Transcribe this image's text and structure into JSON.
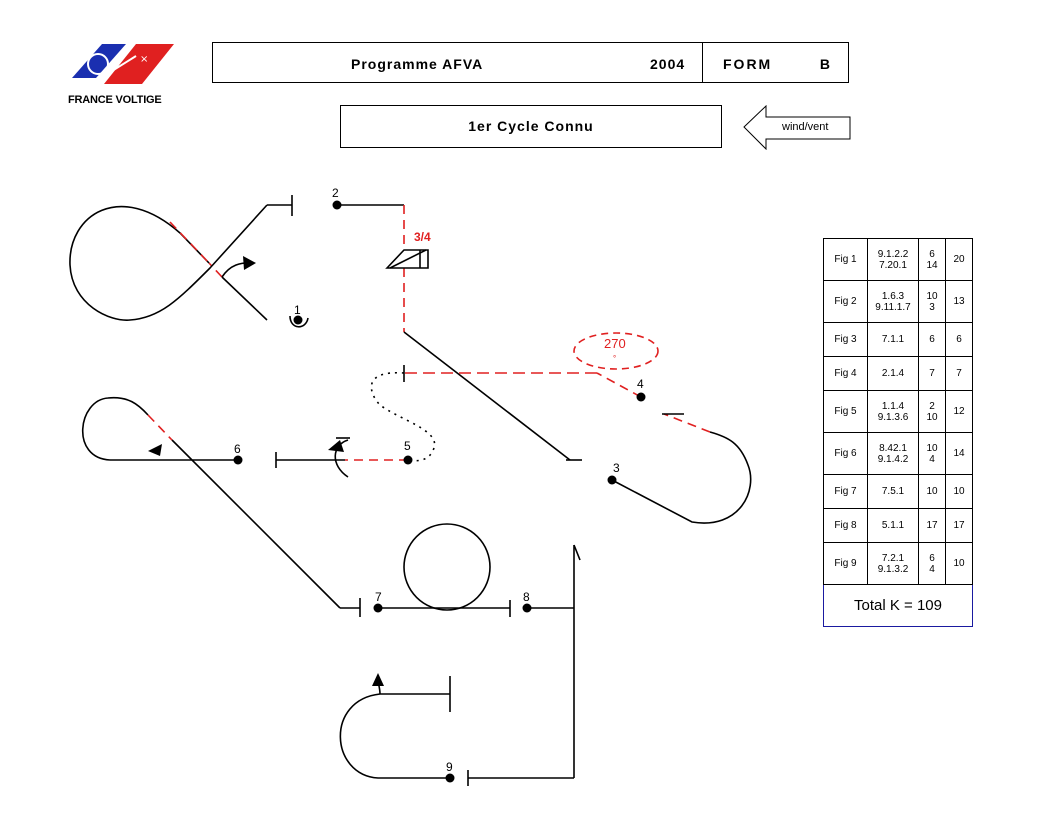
{
  "logo": {
    "text": "FRANCE VOLTIGE",
    "colors": {
      "blue": "#1a2fb0",
      "red": "#e02020"
    }
  },
  "header": {
    "programme": "Programme AFVA",
    "year": "2004",
    "form": "FORM   B"
  },
  "cycle": {
    "title": "1er Cycle Connu"
  },
  "wind": {
    "label": "wind/vent"
  },
  "figures": {
    "labels": [
      "1",
      "2",
      "3",
      "4",
      "5",
      "6",
      "7",
      "8",
      "9"
    ],
    "roll_label": "3/4",
    "angle_label": "270",
    "angle_unit": "°"
  },
  "ktable": {
    "rows": [
      {
        "fig": "Fig 1",
        "code1": "9.1.2.2",
        "code2": "7.20.1",
        "k1": "6",
        "k2": "14",
        "total": "20"
      },
      {
        "fig": "Fig 2",
        "code1": "1.6.3",
        "code2": "9.11.1.7",
        "k1": "10",
        "k2": "3",
        "total": "13"
      },
      {
        "fig": "Fig 3",
        "code1": "7.1.1",
        "code2": "",
        "k1": "6",
        "k2": "",
        "total": "6"
      },
      {
        "fig": "Fig 4",
        "code1": "2.1.4",
        "code2": "",
        "k1": "7",
        "k2": "",
        "total": "7"
      },
      {
        "fig": "Fig 5",
        "code1": "1.1.4",
        "code2": "9.1.3.6",
        "k1": "2",
        "k2": "10",
        "total": "12"
      },
      {
        "fig": "Fig 6",
        "code1": "8.42.1",
        "code2": "9.1.4.2",
        "k1": "10",
        "k2": "4",
        "total": "14"
      },
      {
        "fig": "Fig 7",
        "code1": "7.5.1",
        "code2": "",
        "k1": "10",
        "k2": "",
        "total": "10"
      },
      {
        "fig": "Fig 8",
        "code1": "5.1.1",
        "code2": "",
        "k1": "17",
        "k2": "",
        "total": "17"
      },
      {
        "fig": "Fig 9",
        "code1": "7.2.1",
        "code2": "9.1.3.2",
        "k1": "6",
        "k2": "4",
        "total": "10"
      }
    ],
    "total": "Total K = 109"
  },
  "colors": {
    "line": "#000000",
    "dashed": "#e02020",
    "total_border": "#1a1aa0"
  }
}
